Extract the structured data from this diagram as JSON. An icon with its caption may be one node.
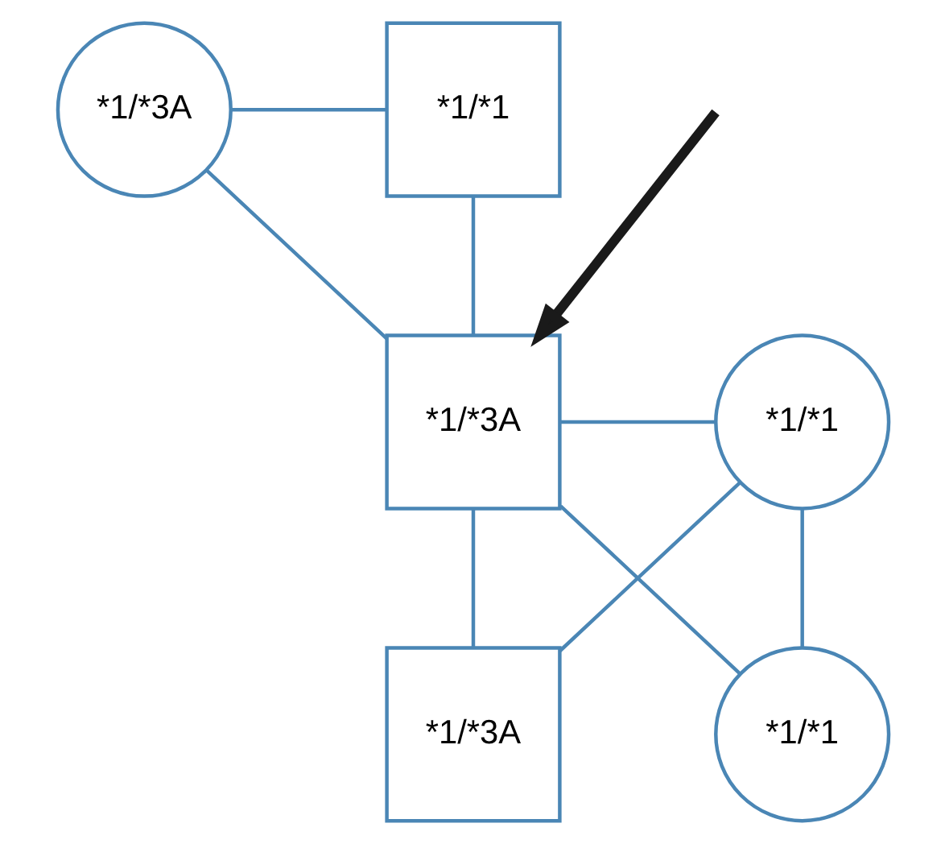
{
  "diagram": {
    "nodes": [
      {
        "text": [
          "*1/*3A"
        ]
      },
      {
        "text": [
          "*1/*1"
        ]
      },
      {
        "text": [
          "*1/*3A"
        ]
      },
      {
        "text": [
          "*1/*1"
        ]
      },
      {
        "text": [
          "*1/*3A"
        ]
      },
      {
        "text": [
          "*1/*1"
        ]
      }
    ],
    "edges": [
      {
        "from": 0,
        "to": 1,
        "arrow": "none"
      },
      {
        "from": 0,
        "to": 2,
        "arrow": "none"
      },
      {
        "from": 1,
        "to": 2,
        "arrow": "none"
      },
      {
        "from": 2,
        "to": 3,
        "arrow": "none"
      },
      {
        "from": 2,
        "to": 4,
        "arrow": "none"
      },
      {
        "from": 2,
        "to": 5,
        "arrow": "none"
      },
      {
        "from": 3,
        "to": 4,
        "arrow": "none"
      },
      {
        "from": 3,
        "to": 5,
        "arrow": "none"
      },
      {
        "from": null,
        "to": 2,
        "arrow": "to",
        "style": "thick",
        "color": "#1a1a1a"
      }
    ]
  }
}
